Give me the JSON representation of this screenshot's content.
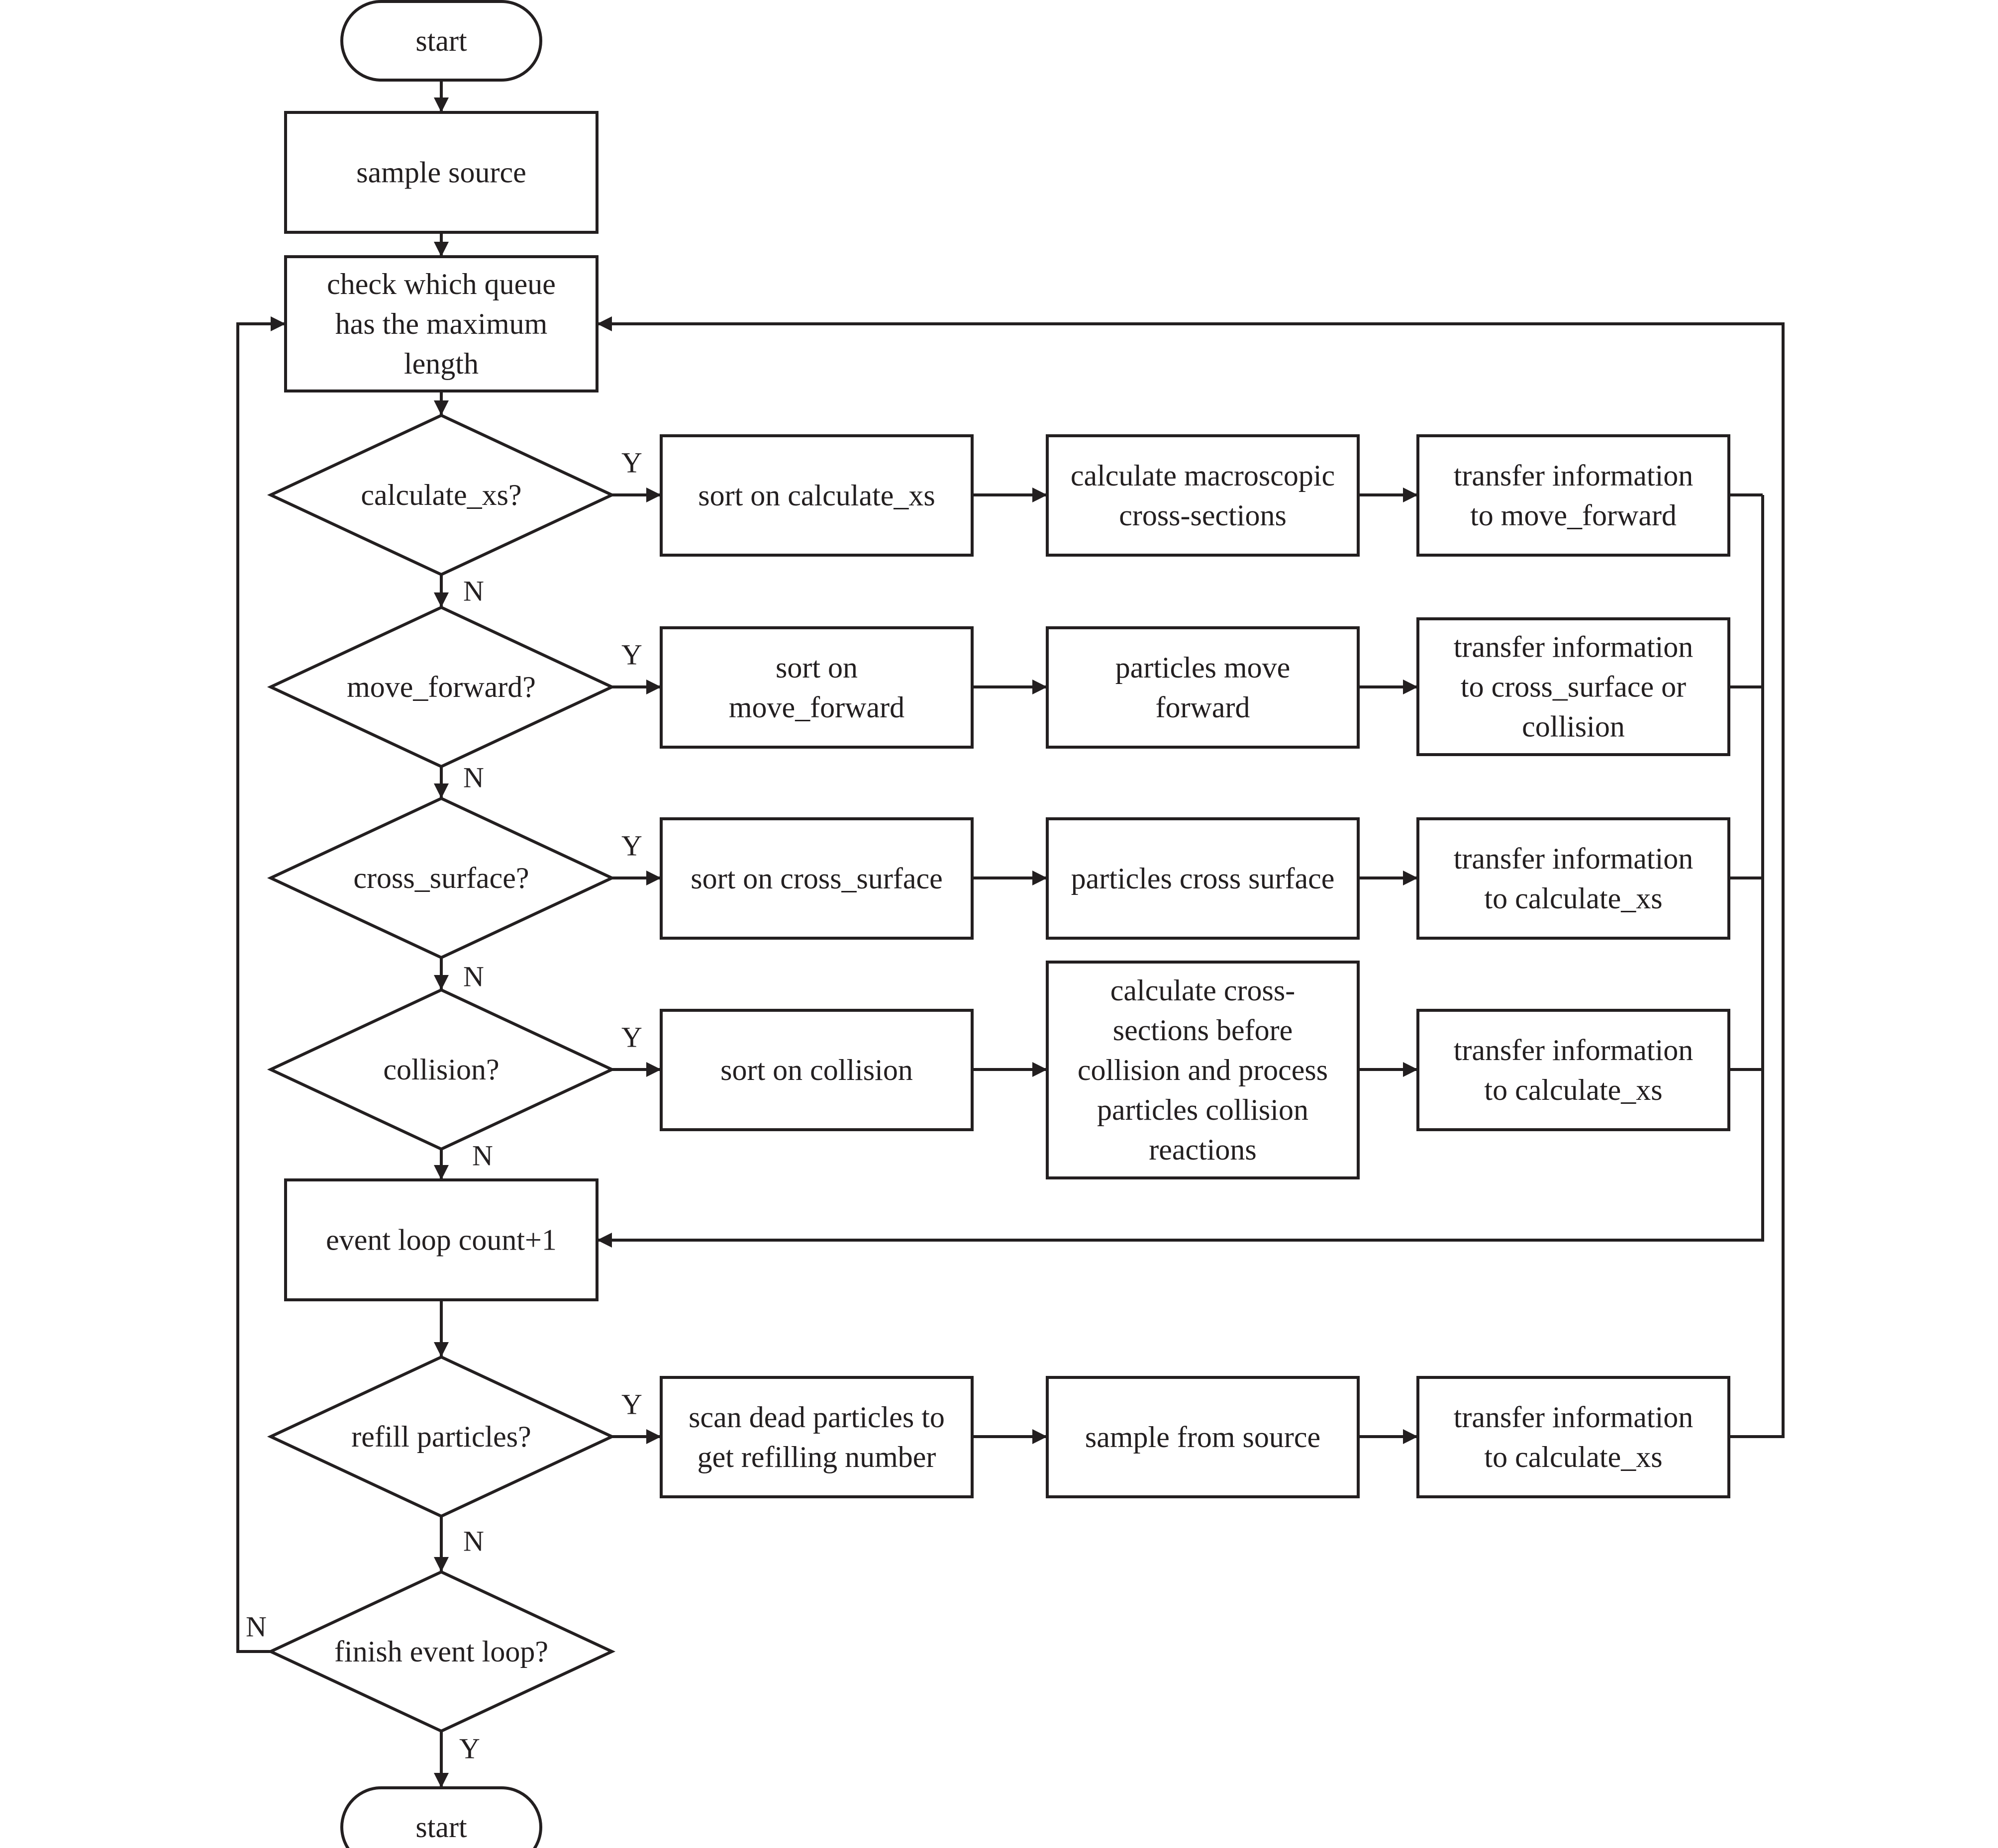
{
  "flowchart": {
    "terminal_start": "start",
    "sample_source": "sample source",
    "check_queue": [
      "check which queue",
      "has the maximum",
      "length"
    ],
    "decisions": {
      "calculate_xs": "calculate_xs?",
      "move_forward": "move_forward?",
      "cross_surface": "cross_surface?",
      "collision": "collision?",
      "refill": "refill particles?",
      "finish": "finish event loop?"
    },
    "sorts": {
      "calculate_xs": [
        "sort on calculate_xs"
      ],
      "move_forward": [
        "sort on",
        "move_forward"
      ],
      "cross_surface": [
        "sort on cross_surface"
      ],
      "collision": [
        "sort on collision"
      ],
      "refill": [
        "scan dead particles to",
        "get refilling number"
      ]
    },
    "processes": {
      "calculate_xs": [
        "calculate macroscopic",
        "cross-sections"
      ],
      "move_forward": [
        "particles move",
        "forward"
      ],
      "cross_surface": [
        "particles cross surface"
      ],
      "collision": [
        "calculate cross-",
        "sections before",
        "collision and process",
        "particles collision",
        "reactions"
      ],
      "refill": [
        "sample from source"
      ]
    },
    "transfers": {
      "calculate_xs": [
        "transfer information",
        "to move_forward"
      ],
      "move_forward": [
        "transfer information",
        "to cross_surface or",
        "collision"
      ],
      "cross_surface": [
        "transfer information",
        "to calculate_xs"
      ],
      "collision": [
        "transfer information",
        "to calculate_xs"
      ],
      "refill": [
        "transfer information",
        "to calculate_xs"
      ]
    },
    "event_loop_count": "event loop count+1",
    "terminal_end": "start",
    "labels": {
      "yes": "Y",
      "no": "N"
    }
  }
}
